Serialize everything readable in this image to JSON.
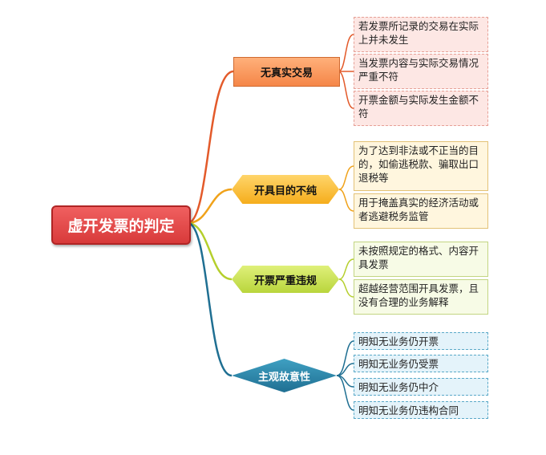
{
  "root": {
    "label": "虚开发票的判定"
  },
  "branches": [
    {
      "label": "无真实交易",
      "color": "#e35a2a",
      "leaves": [
        "若发票所记录的交易在实际上并未发生",
        "当发票内容与实际交易情况严重不符",
        "开票金额与实际发生金额不符"
      ]
    },
    {
      "label": "开具目的不纯",
      "color": "#f0a21a",
      "leaves": [
        "为了达到非法或不正当的目的，如偷逃税款、骗取出口退税等",
        "用于掩盖真实的经济活动或者逃避税务监管"
      ]
    },
    {
      "label": "开票严重违规",
      "color": "#b5cf2c",
      "leaves": [
        "未按照规定的格式、内容开具发票",
        "超越经营范围开具发票，且没有合理的业务解释"
      ]
    },
    {
      "label": "主观故意性",
      "color": "#1f6f92",
      "leaves": [
        "明知无业务仍开票",
        "明知无业务仍受票",
        "明知无业务仍中介",
        "明知无业务仍违构合同"
      ]
    }
  ]
}
